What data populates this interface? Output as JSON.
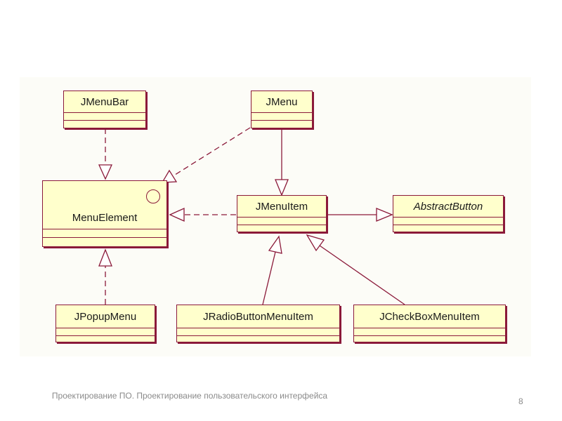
{
  "diagram": {
    "classes": {
      "jmenubar": "JMenuBar",
      "jmenu": "JMenu",
      "menu_element": "MenuElement",
      "jmenuitem": "JMenuItem",
      "abstract_button": "AbstractButton",
      "jpopupmenu": "JPopupMenu",
      "jradiobuttonmenuitem": "JRadioButtonMenuItem",
      "jcheckboxmenuitem": "JCheckBoxMenuItem"
    }
  },
  "footer": {
    "text": "Проектирование ПО. Проектирование пользовательского интерфейса",
    "page_number": "8"
  },
  "colors": {
    "class_fill": "#ffffcc",
    "line": "#8b1a3a"
  }
}
